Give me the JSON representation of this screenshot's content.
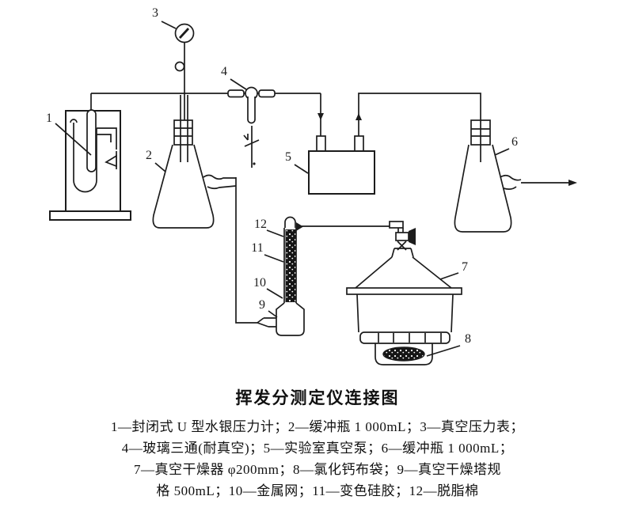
{
  "figure": {
    "title": "挥发分测定仪连接图",
    "caption_lines": [
      "1—封闭式 U 型水银压力计；2—缓冲瓶 1 000mL；3—真空压力表；",
      "4—玻璃三通(耐真空)；5—实验室真空泵；6—缓冲瓶 1 000mL；",
      "7—真空干燥器 φ200mm；8—氯化钙布袋；9—真空干燥塔规",
      "格 500mL；10—金属网；11—变色硅胶；12—脱脂棉"
    ],
    "part_labels": [
      "1",
      "2",
      "3",
      "4",
      "5",
      "6",
      "7",
      "8",
      "9",
      "10",
      "11",
      "12"
    ]
  },
  "colors": {
    "line": "#1c1c1c",
    "background": "#ffffff"
  }
}
